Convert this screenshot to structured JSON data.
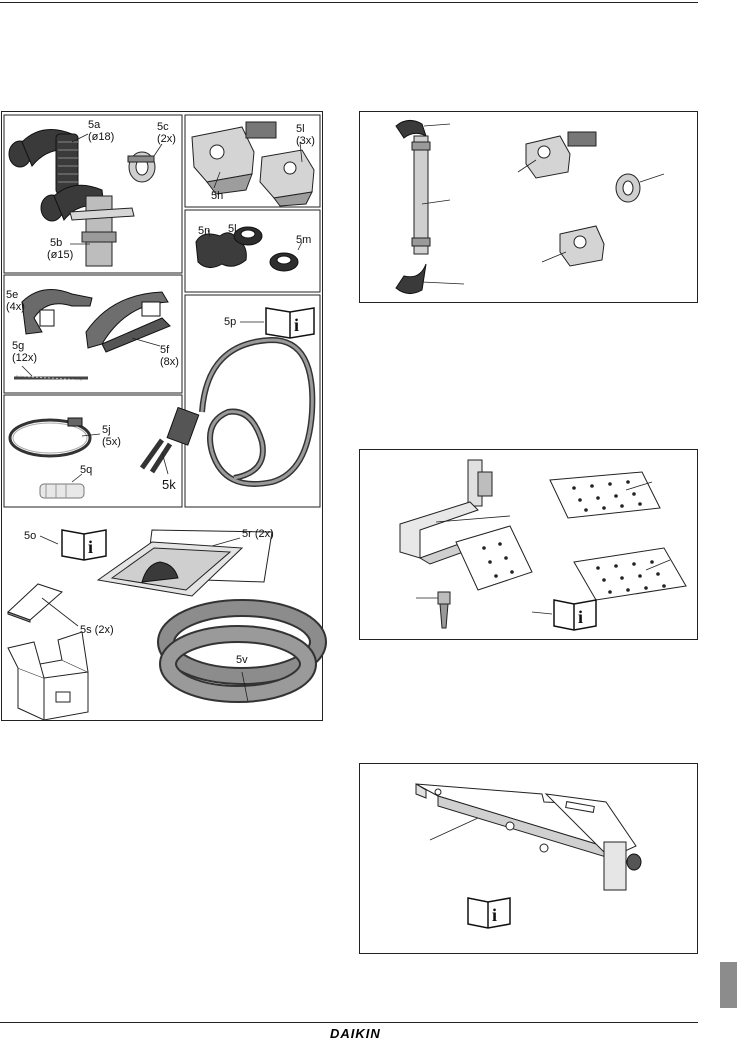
{
  "footer": {
    "brand": "DAIKIN"
  },
  "figure_left": {
    "labels": {
      "5a": "5a",
      "5a_dia": "(ø18)",
      "5c": "5c",
      "5c_qty": "(2x)",
      "5b": "5b",
      "5b_dia": "(ø15)",
      "5l": "5l",
      "5l_qty": "(3x)",
      "5h": "5h",
      "5n": "5n",
      "5l2": "5l",
      "5m": "5m",
      "5e": "5e",
      "5e_qty": "(4x)",
      "5g": "5g",
      "5g_qty": "(12x)",
      "5f": "5f",
      "5f_qty": "(8x)",
      "5p": "5p",
      "5j": "5j",
      "5j_qty": "(5x)",
      "5k": "5k",
      "5q": "5q",
      "5o": "5o",
      "5r": "5r (2x)",
      "5s": "5s (2x)",
      "5v": "5v"
    }
  },
  "icons": {
    "manual": "manual-info-icon",
    "hose": "corrugated-hose-icon",
    "clamp": "pipe-clamp-icon",
    "bracket": "roof-hook-bracket-icon",
    "plate": "perforated-plate-icon",
    "bolt": "lag-bolt-icon",
    "box": "cardboard-box-icon",
    "coil": "insulation-coil-icon",
    "cable": "sensor-cable-icon",
    "strap": "strap-band-icon"
  },
  "info_glyph": "i"
}
